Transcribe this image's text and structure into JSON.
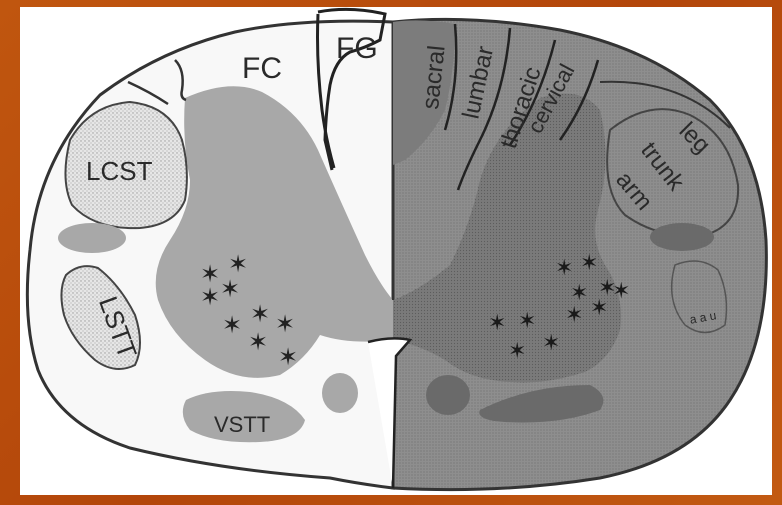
{
  "diagram": {
    "labels": {
      "fc": "FC",
      "fg": "FG",
      "lcst": "LCST",
      "lstt": "LSTT",
      "vstt": "VSTT",
      "sacral": "sacral",
      "lumbar": "lumbar",
      "thoracic": "thoracic",
      "cervical": "cervical",
      "leg": "leg",
      "trunk": "trunk",
      "arm": "arm",
      "small_mark": "a a u"
    },
    "colors": {
      "background": "#b94a0c",
      "panel": "#ffffff",
      "white_matter": "#f7f7f7",
      "grey_matter_left": "#a6a6a6",
      "right_half": "#8c8c8c",
      "right_grey": "#767676",
      "outline": "#333333"
    }
  }
}
